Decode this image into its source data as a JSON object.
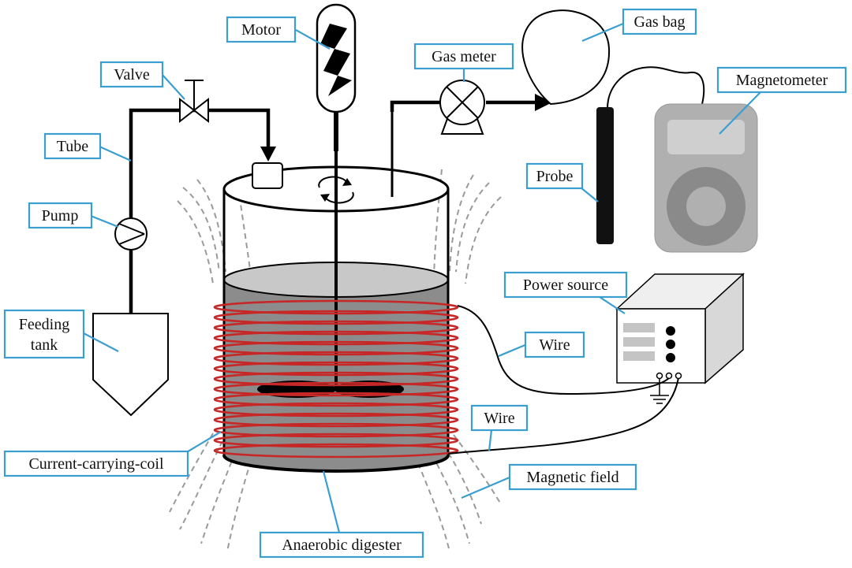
{
  "labels": {
    "motor": "Motor",
    "gas_bag": "Gas bag",
    "gas_meter": "Gas meter",
    "magnetometer": "Magnetometer",
    "valve": "Valve",
    "tube": "Tube",
    "pump": "Pump",
    "probe": "Probe",
    "power_source": "Power source",
    "feeding_tank_line1": "Feeding",
    "feeding_tank_line2": "tank",
    "wire_upper": "Wire",
    "wire_lower": "Wire",
    "coil": "Current-carrying-coil",
    "magnetic_field": "Magnetic field",
    "digester": "Anaerobic digester"
  },
  "colors": {
    "label_border": "#3a9fd0",
    "coil": "#c62828",
    "liquid": "#8c8c8c",
    "field_lines": "#9a9a9a"
  }
}
